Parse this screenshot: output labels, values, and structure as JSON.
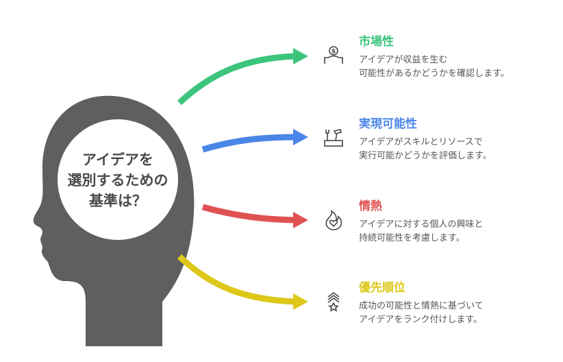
{
  "center": {
    "line1": "アイデアを",
    "line2": "選別するための",
    "line3": "基準は？"
  },
  "items": [
    {
      "title": "市場性",
      "line1": "アイデアが収益を生む",
      "line2": "可能性があるかどうかを確認します。",
      "color": "#3cc47c",
      "icon": "money-box-icon"
    },
    {
      "title": "実現可能性",
      "line1": "アイデアがスキルとリソースで",
      "line2": "実行可能かどうかを評価します。",
      "color": "#4a86e8",
      "icon": "tools-icon"
    },
    {
      "title": "情熱",
      "line1": "アイデアに対する個人の興味と",
      "line2": "持続可能性を考慮します。",
      "color": "#e05252",
      "icon": "flame-heart-icon"
    },
    {
      "title": "優先順位",
      "line1": "成功の可能性と情熱に基づいて",
      "line2": "アイデアをランク付けします。",
      "color": "#ddc81a",
      "icon": "rank-star-icon"
    }
  ]
}
